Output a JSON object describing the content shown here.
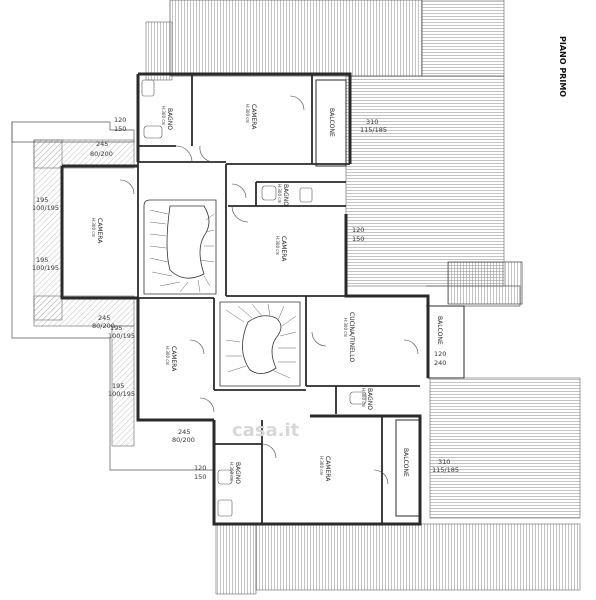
{
  "plan": {
    "title": "PIANO PRIMO",
    "watermark": "casa.it",
    "rooms": [
      {
        "id": "bagno-nw",
        "label": "BAGNO",
        "sub": "H:300 cm"
      },
      {
        "id": "camera-n",
        "label": "CAMERA",
        "sub": "H:300 cm"
      },
      {
        "id": "balcone-n",
        "label": "BALCONE",
        "sub": ""
      },
      {
        "id": "camera-w",
        "label": "CAMERA",
        "sub": "H:300 cm"
      },
      {
        "id": "bagno-center",
        "label": "BAGNO",
        "sub": "H:300 cm"
      },
      {
        "id": "camera-center",
        "label": "CAMERA",
        "sub": "H:300 cm"
      },
      {
        "id": "cucina",
        "label": "CUCINA/TINELLO",
        "sub": "H:300 cm"
      },
      {
        "id": "balcone-e",
        "label": "BALCONE",
        "sub": ""
      },
      {
        "id": "camera-sw",
        "label": "CAMERA",
        "sub": "H:300 cm"
      },
      {
        "id": "bagno-se",
        "label": "BAGNO",
        "sub": "H:300 cm"
      },
      {
        "id": "bagno-s",
        "label": "BAGNO",
        "sub": "H:300 cm"
      },
      {
        "id": "camera-s",
        "label": "CAMERA",
        "sub": "H:300 cm"
      },
      {
        "id": "balcone-s",
        "label": "BALCONE",
        "sub": ""
      }
    ],
    "dims": [
      {
        "id": "d-120-150-n-a",
        "text": "120"
      },
      {
        "id": "d-120-150-n-b",
        "text": "150"
      },
      {
        "id": "d-310-n",
        "text": "310"
      },
      {
        "id": "d-115-185-n",
        "text": "115/185"
      },
      {
        "id": "d-245-a",
        "text": "245"
      },
      {
        "id": "d-80-200-a",
        "text": "80/200"
      },
      {
        "id": "d-195-a",
        "text": "195"
      },
      {
        "id": "d-100-195-a",
        "text": "100/195"
      },
      {
        "id": "d-195-b",
        "text": "195"
      },
      {
        "id": "d-100-195-b",
        "text": "100/195"
      },
      {
        "id": "d-120-c",
        "text": "120"
      },
      {
        "id": "d-150-c",
        "text": "150"
      },
      {
        "id": "d-245-b",
        "text": "245"
      },
      {
        "id": "d-80-200-b",
        "text": "80/200"
      },
      {
        "id": "d-195-c",
        "text": "195"
      },
      {
        "id": "d-100-195-c",
        "text": "100/195"
      },
      {
        "id": "d-120-e",
        "text": "120"
      },
      {
        "id": "d-240-e",
        "text": "240"
      },
      {
        "id": "d-195-d",
        "text": "195"
      },
      {
        "id": "d-100-195-d",
        "text": "100/195"
      },
      {
        "id": "d-245-c",
        "text": "245"
      },
      {
        "id": "d-80-200-c",
        "text": "80/200"
      },
      {
        "id": "d-120-s",
        "text": "120"
      },
      {
        "id": "d-150-s",
        "text": "150"
      },
      {
        "id": "d-310-s",
        "text": "310"
      },
      {
        "id": "d-115-185-s",
        "text": "115/185"
      }
    ],
    "colors": {
      "wall": "#2a2a2a",
      "hatch": "#9a9a9a",
      "thin": "#555555"
    }
  }
}
